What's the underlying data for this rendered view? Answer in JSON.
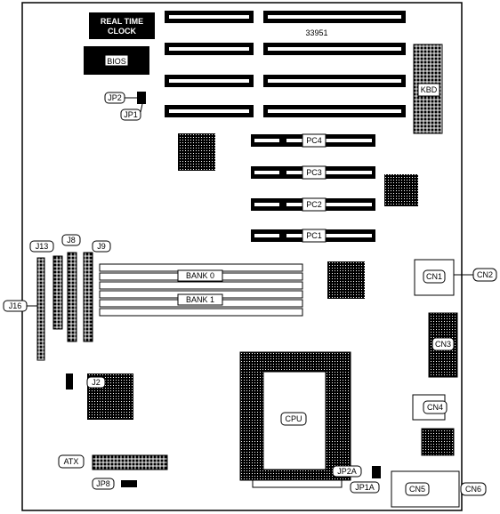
{
  "board_id": "33951",
  "labels": {
    "rtc_line1": "REAL TIME",
    "rtc_line2": "CLOCK",
    "bios": "BIOS",
    "jp2": "JP2",
    "jp1": "JP1",
    "kbd": "KBD",
    "pc4": "PC4",
    "pc3": "PC3",
    "pc2": "PC2",
    "pc1": "PC1",
    "j13": "J13",
    "j8": "J8",
    "j9": "J9",
    "j16": "J16",
    "bank0": "BANK 0",
    "bank1": "BANK 1",
    "cn1": "CN1",
    "cn2": "CN2",
    "cn3": "CN3",
    "cn4": "CN4",
    "cn5": "CN5",
    "cn6": "CN6",
    "j2": "J2",
    "cpu": "CPU",
    "atx": "ATX",
    "jp8": "JP8",
    "jp2a": "JP2A",
    "jp1a": "JP1A"
  }
}
